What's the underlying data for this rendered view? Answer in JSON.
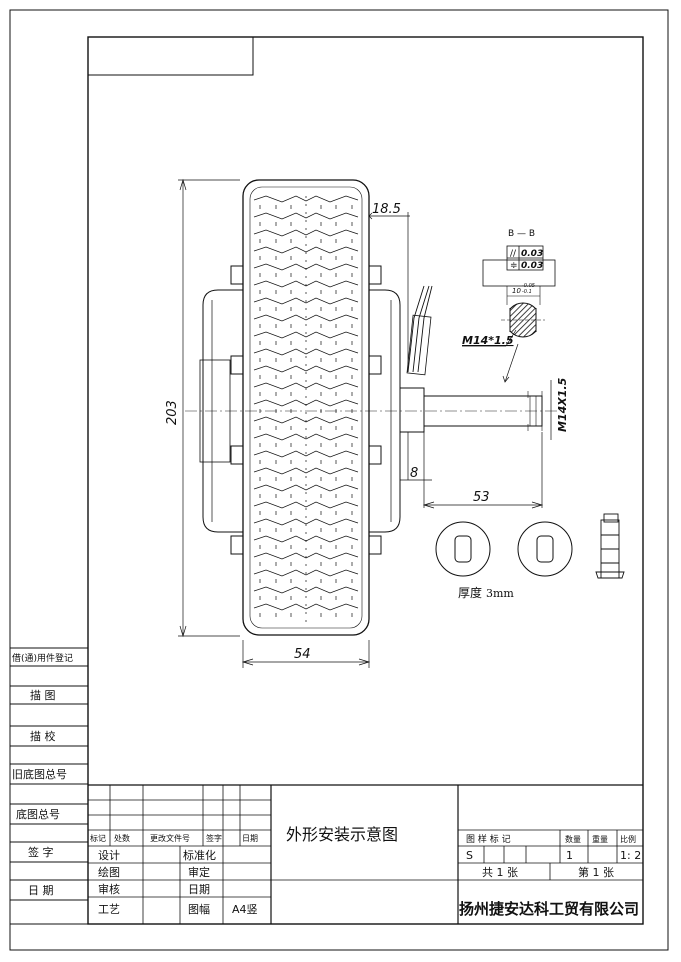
{
  "dimensions": {
    "d_18_5": "18.5",
    "d_203": "203",
    "d_8": "8",
    "d_53": "53",
    "d_54": "54",
    "d_thread_axle": "M14X1.5",
    "d_thread_section": "M14*1.5"
  },
  "section": {
    "label": "B — B",
    "tol_parallel": "0.03",
    "tol_symmetry": "0.03",
    "flat_dim": "10",
    "flat_tol_upper": "-0.05",
    "flat_tol_lower": "-0.1"
  },
  "washer": {
    "thickness_label": "厚度",
    "thickness_value": "3mm"
  },
  "side_labels": [
    "借(通)用件登记",
    "描  图",
    "描  校",
    "旧底图总号",
    "底图总号",
    "签  字",
    "日  期"
  ],
  "title_block": {
    "header": [
      "标记",
      "处数",
      "更改文件号",
      "签字",
      "日期"
    ],
    "roles": [
      {
        "left": "设计",
        "right": "标准化"
      },
      {
        "left": "绘图",
        "right": "审定"
      },
      {
        "left": "审核",
        "right": "日期"
      },
      {
        "left": "工艺",
        "right": "图幅"
      }
    ],
    "format": "A4竖",
    "drawing_title": "外形安装示意图",
    "pattern_mark_label": "图 样 标 记",
    "qty_label": "数量",
    "weight_label": "重量",
    "scale_label": "比例",
    "pattern_mark": "S",
    "qty": "1",
    "scale": "1: 2",
    "total_sheets": "共 1 张",
    "sheet_no": "第 1 张",
    "company": "扬州捷安达科工贸有限公司"
  }
}
